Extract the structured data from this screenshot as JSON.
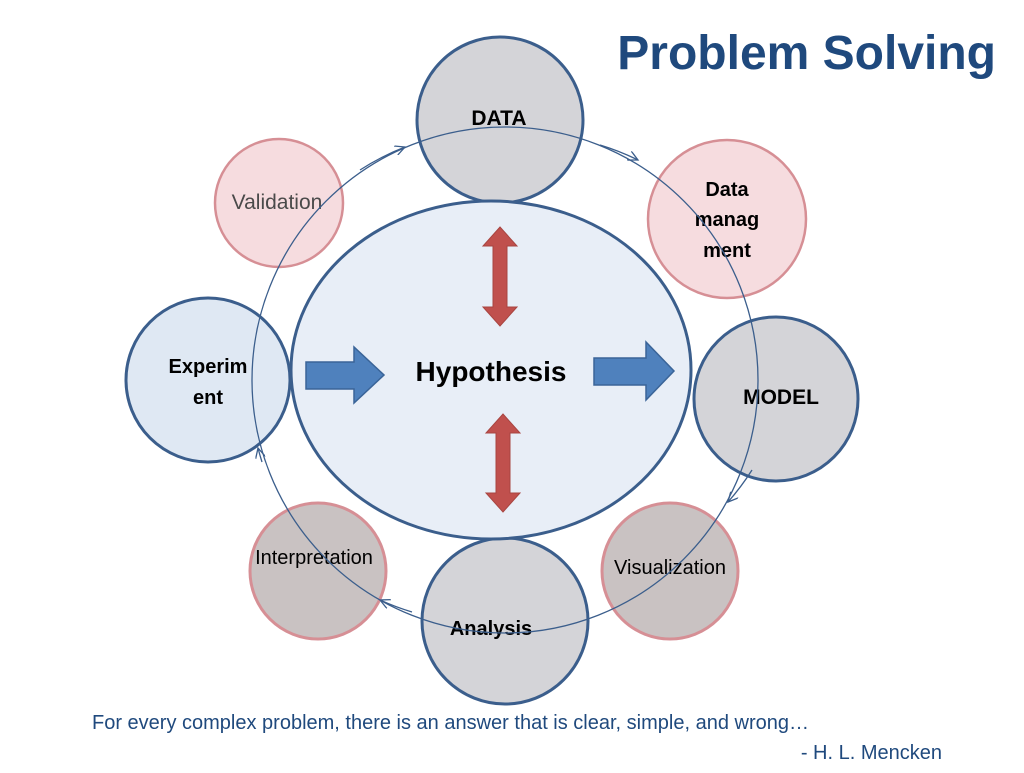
{
  "title": "Problem Solving",
  "center": {
    "label": "Hypothesis"
  },
  "nodes": {
    "data": {
      "label": "DATA"
    },
    "data_management": {
      "lines": [
        "Data",
        "manag",
        "ment"
      ]
    },
    "model": {
      "label": "MODEL"
    },
    "visualization": {
      "label": "Visualization"
    },
    "analysis": {
      "label": "Analysis"
    },
    "interpretation": {
      "label": "Interpretation"
    },
    "experiment": {
      "lines": [
        "Experim",
        "ent"
      ]
    },
    "validation": {
      "label": "Validation"
    }
  },
  "quote": {
    "text": "For every complex problem, there is an answer that is clear, simple, and wrong…",
    "author": "- H. L. Mencken"
  },
  "colors": {
    "title": "#1f497d",
    "gray_fill": "#d4d4d8",
    "blue_stroke": "#3b5e8c",
    "pink_fill": "#f6dcdf",
    "pink_stroke": "#d68f95",
    "hypothesis_fill": "#e8eef7",
    "experiment_fill": "#dfe8f3",
    "blue_arrow": "#4f81bd",
    "red_arrow": "#c0504d",
    "taupe_fill": "#c9c2c2"
  }
}
